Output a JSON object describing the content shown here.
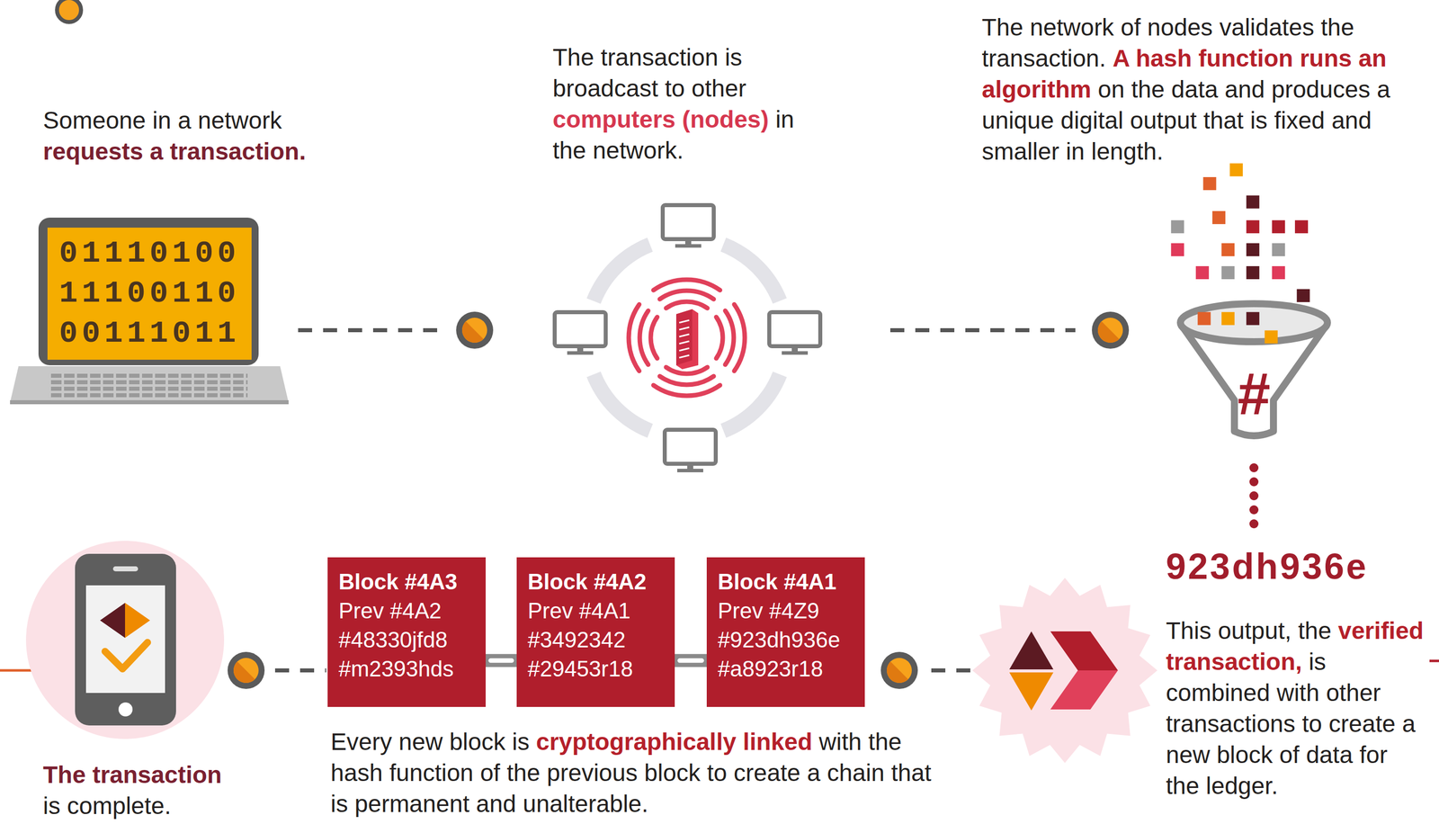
{
  "diagram": {
    "nodes": [
      {
        "text": [
          "01110100 11100110 00111011"
        ]
      },
      {
        "text": [
          "#"
        ]
      },
      {
        "text": [
          "Block #4A3",
          "Prev #4A2",
          "#48330jfd8",
          "#m2393hds"
        ]
      },
      {
        "text": [
          "Block #4A2",
          "Prev #4A1",
          "#3492342",
          "#29453r18"
        ]
      },
      {
        "text": [
          "Block #4A1",
          "Prev #4Z9",
          "#923dh936e",
          "#a8923r18"
        ]
      }
    ],
    "edges": [
      {
        "from": 2,
        "to": 3,
        "arrow": "none"
      },
      {
        "from": 3,
        "to": 4,
        "arrow": "none"
      }
    ],
    "labels": [
      "Someone in a network",
      "requests a transaction.",
      "The transaction is broadcast to other",
      "computers (nodes)",
      "in the network.",
      "The network of nodes validates the transaction.",
      "A hash function runs an algorithm",
      "on the data and produces a unique digital output that is fixed and smaller in length.",
      "923dh936e",
      "This output, the",
      "verified transaction,",
      "is combined with other transactions to create a new block of data for the ledger.",
      "Every new block is",
      "cryptographically linked",
      "with the hash function of the previous block to create a chain that is permanent and unalterable.",
      "The transaction",
      "is complete."
    ]
  }
}
